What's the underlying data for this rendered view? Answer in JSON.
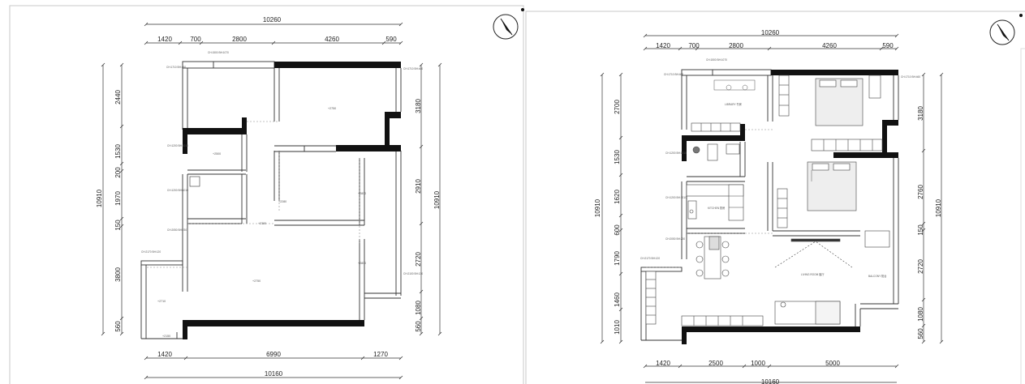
{
  "plans": [
    {
      "id": "original",
      "top_dims": {
        "total": "10260",
        "segments": [
          "1420",
          "700",
          "2800",
          "4260",
          "590"
        ]
      },
      "bottom_dims": {
        "segments": [
          "1420",
          "6990",
          "1270"
        ],
        "total": "10160"
      },
      "left_dims": {
        "total": "10910",
        "segments": [
          "2440",
          "1530",
          "200",
          "1970",
          "150",
          "3800",
          "560"
        ]
      },
      "right_dims": {
        "total": "10910",
        "segments": [
          "3180",
          "2910",
          "2720",
          "1080",
          "560"
        ]
      },
      "room_notes": [
        "+2750",
        "+2500",
        "+2280",
        "+2800",
        "+2380",
        "+2800",
        "+2750",
        "+2710",
        "+2150"
      ],
      "window_notes": [
        "CH:1500 BH:1070",
        "CH:1710 BH:460",
        "CH:1710 BH:460",
        "CH:1200 BH:1010",
        "CH:1200 BH:1010",
        "CH:2050 BH:230",
        "CH:2170 BH:120",
        "CH:2100 BH:130"
      ]
    },
    {
      "id": "furnished",
      "top_dims": {
        "total": "10260",
        "segments": [
          "1420",
          "700",
          "2800",
          "4260",
          "590"
        ]
      },
      "bottom_dims": {
        "segments": [
          "1420",
          "2500",
          "1000",
          "5000"
        ],
        "total": "10160"
      },
      "left_dims": {
        "total": "10910",
        "segments": [
          "2700",
          "1530",
          "1620",
          "600",
          "1790",
          "1460",
          "1010"
        ]
      },
      "right_dims": {
        "total": "10910",
        "segments": [
          "3180",
          "2760",
          "150",
          "2720",
          "1080",
          "560"
        ]
      },
      "room_labels": [
        "LIBRARY 书房",
        "KITCHEN 厨房",
        "LIVING ROOM 客厅",
        "BALCONY 阳台"
      ],
      "window_notes": [
        "CH:1500 BH:1070",
        "CH:1710 BH:460",
        "CH:1710 BH:460",
        "CH:1200 BH:1010",
        "CH:1200 BH:1010",
        "CH:2050 BH:230",
        "CH:2170 BH:120"
      ]
    }
  ],
  "icons": [
    "north-arrow-icon",
    "north-arrow-icon"
  ]
}
